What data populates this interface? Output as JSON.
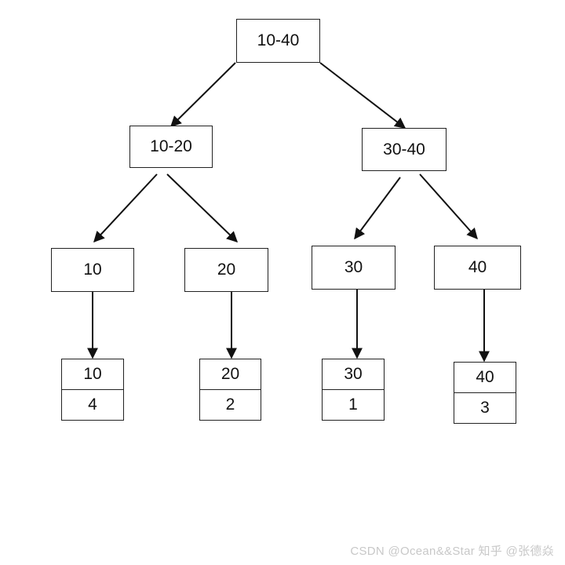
{
  "tree": {
    "root": {
      "label": "10-40"
    },
    "level1": [
      {
        "label": "10-20"
      },
      {
        "label": "30-40"
      }
    ],
    "level2": [
      {
        "label": "10"
      },
      {
        "label": "20"
      },
      {
        "label": "30"
      },
      {
        "label": "40"
      }
    ],
    "leaves": [
      {
        "key": "10",
        "value": "4"
      },
      {
        "key": "20",
        "value": "2"
      },
      {
        "key": "30",
        "value": "1"
      },
      {
        "key": "40",
        "value": "3"
      }
    ]
  },
  "watermark": {
    "text": "CSDN @Ocean&&Star  知乎 @张德焱"
  }
}
